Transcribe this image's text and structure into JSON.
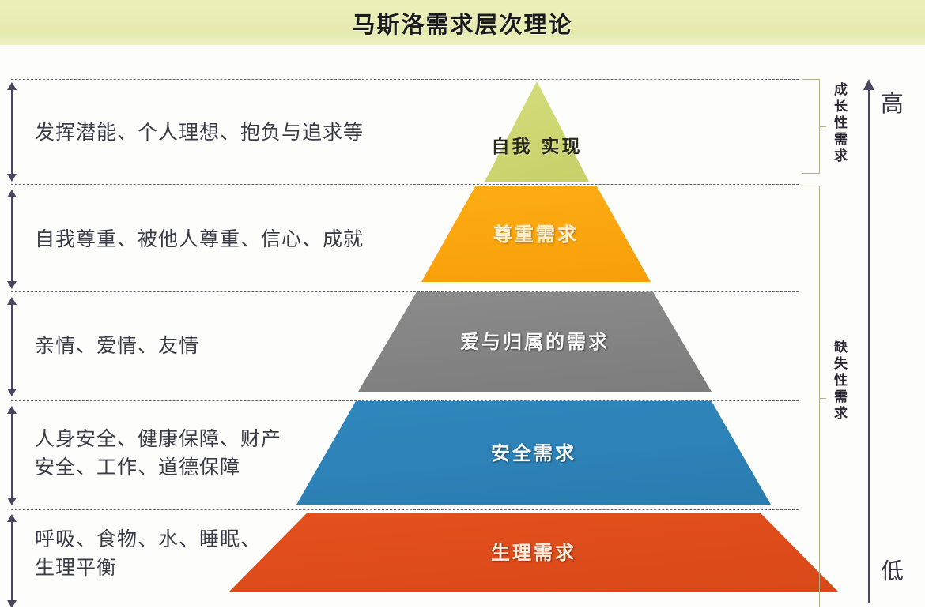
{
  "title": {
    "text": "马斯洛需求层次理论",
    "bar_color": "#e9ecb4"
  },
  "pyramid": {
    "tiers": [
      {
        "id": "self-actualization",
        "label": "自我\n实现",
        "color": "#cdd671",
        "text_color": "#2a2a1c"
      },
      {
        "id": "esteem",
        "label": "尊重需求",
        "color": "#fba60f",
        "text_color": "#fdf2d2"
      },
      {
        "id": "love-belonging",
        "label": "爱与归属的需求",
        "color": "#848484",
        "text_color": "#fbfbfb"
      },
      {
        "id": "safety",
        "label": "安全需求",
        "color": "#2d82b7",
        "text_color": "#f7fbfe"
      },
      {
        "id": "physiological",
        "label": "生理需求",
        "color": "#df4c1b",
        "text_color": "#fbeedf"
      }
    ]
  },
  "descriptions": [
    {
      "for": "self-actualization",
      "text": "发挥潜能、个人理想、抱负与追求等"
    },
    {
      "for": "esteem",
      "text": "自我尊重、被他人尊重、信心、成就"
    },
    {
      "for": "love-belonging",
      "text": "亲情、爱情、友情"
    },
    {
      "for": "safety",
      "text": "人身安全、健康保障、财产\n安全、工作、道德保障"
    },
    {
      "for": "physiological",
      "text": "呼吸、食物、水、睡眠、\n生理平衡"
    }
  ],
  "brackets": [
    {
      "id": "growth-needs",
      "label": "成长性需求",
      "covers": [
        "self-actualization"
      ]
    },
    {
      "id": "deficiency-needs",
      "label": "缺失性需求",
      "covers": [
        "esteem",
        "love-belonging",
        "safety",
        "physiological"
      ]
    }
  ],
  "axis": {
    "high_label": "高",
    "low_label": "低",
    "direction": "upward",
    "color": "#4b4560"
  }
}
